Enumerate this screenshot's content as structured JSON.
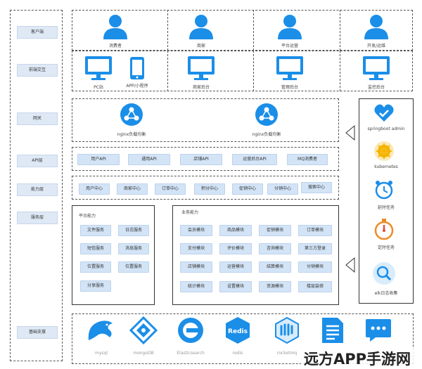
{
  "layers": [
    "客户端",
    "前端交互",
    "网关",
    "API层",
    "能力层",
    "服务层",
    "基础支撑"
  ],
  "clients": [
    "消费者",
    "商家",
    "平台运营",
    "开发/运维"
  ],
  "frontends": [
    "PC站",
    "APP/小程序",
    "商家后台",
    "管理后台",
    "监控后台"
  ],
  "gateway": [
    "nginx负载均衡",
    "nginx负载均衡"
  ],
  "apis": [
    "用户API",
    "通用API",
    "店铺API",
    "运营后台API",
    "MQ消费者"
  ],
  "capabilities": [
    "用户中心",
    "商家中心",
    "订单中心",
    "积分中心",
    "促销中心",
    "分销中心",
    "搜索中心"
  ],
  "platform": {
    "title": "平台能力",
    "items": [
      "文件服务",
      "日志服务",
      "短信服务",
      "消息服务",
      "位置服务",
      "位置服务",
      "分享服务"
    ]
  },
  "business": {
    "title": "业务能力",
    "items": [
      "会员模块",
      "商品模块",
      "促销模块",
      "订单模块",
      "支付模块",
      "评价模块",
      "咨询模块",
      "第三方登录",
      "店铺模块",
      "运营模块",
      "结算模块",
      "分销模块",
      "统计模块",
      "设置模块",
      "资源模块",
      "楼层装修"
    ]
  },
  "right_panel": [
    "springboot admin",
    "kubernetes",
    "延时任务",
    "定时任务",
    "elk日志收集"
  ],
  "infra": [
    "mysql",
    "mongoDB",
    "Elasticsearch",
    "redis",
    "rocketmq",
    "",
    ""
  ],
  "watermark": "远方APP手游网",
  "colors": {
    "primary": "#1b8ee8",
    "chip": "#d3e4f7",
    "label": "#dfe9f6"
  }
}
